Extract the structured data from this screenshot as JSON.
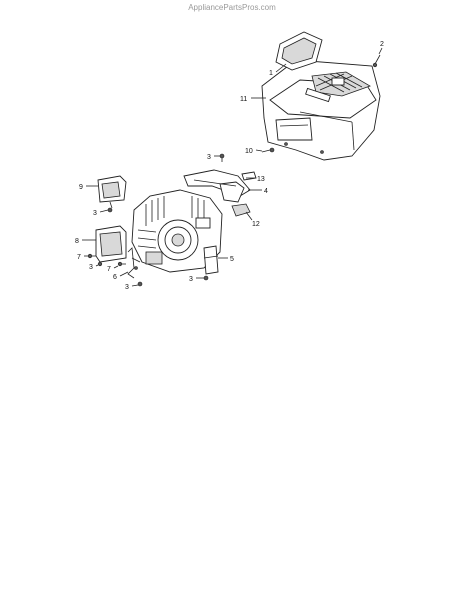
{
  "header": {
    "watermark": "AppliancePartsPros.com"
  },
  "callouts": {
    "c1": "1",
    "c2": "2",
    "c3a": "3",
    "c3b": "3",
    "c3c": "3",
    "c3d": "3",
    "c3e": "3",
    "c4": "4",
    "c5": "5",
    "c6": "6",
    "c7a": "7",
    "c7b": "7",
    "c8": "8",
    "c9": "9",
    "c10": "10",
    "c11": "11",
    "c12": "12",
    "c13": "13"
  },
  "icons": {
    "blower_housing": "blower-housing-icon",
    "engine": "engine-block-icon",
    "air_guide": "air-guide-icon",
    "baffle": "baffle-icon",
    "bracket": "bracket-icon",
    "screw": "screw-icon"
  }
}
